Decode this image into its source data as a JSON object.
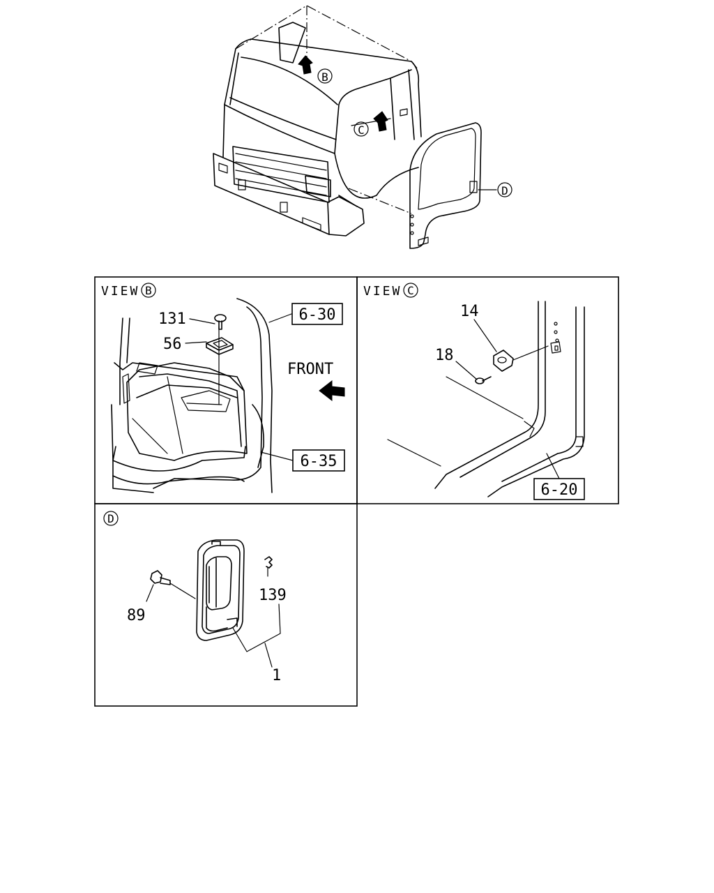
{
  "callouts": {
    "b": "B",
    "c": "C",
    "d": "D"
  },
  "view_b": {
    "title": "VIEW",
    "circle": "B",
    "parts": [
      "131",
      "56"
    ],
    "refs": [
      "6-30",
      "6-35"
    ],
    "front": "FRONT"
  },
  "view_c": {
    "title": "VIEW",
    "circle": "C",
    "parts": [
      "14",
      "18"
    ],
    "refs": [
      "6-20"
    ]
  },
  "view_d": {
    "circle": "D",
    "parts": [
      "89",
      "139",
      "1"
    ]
  }
}
